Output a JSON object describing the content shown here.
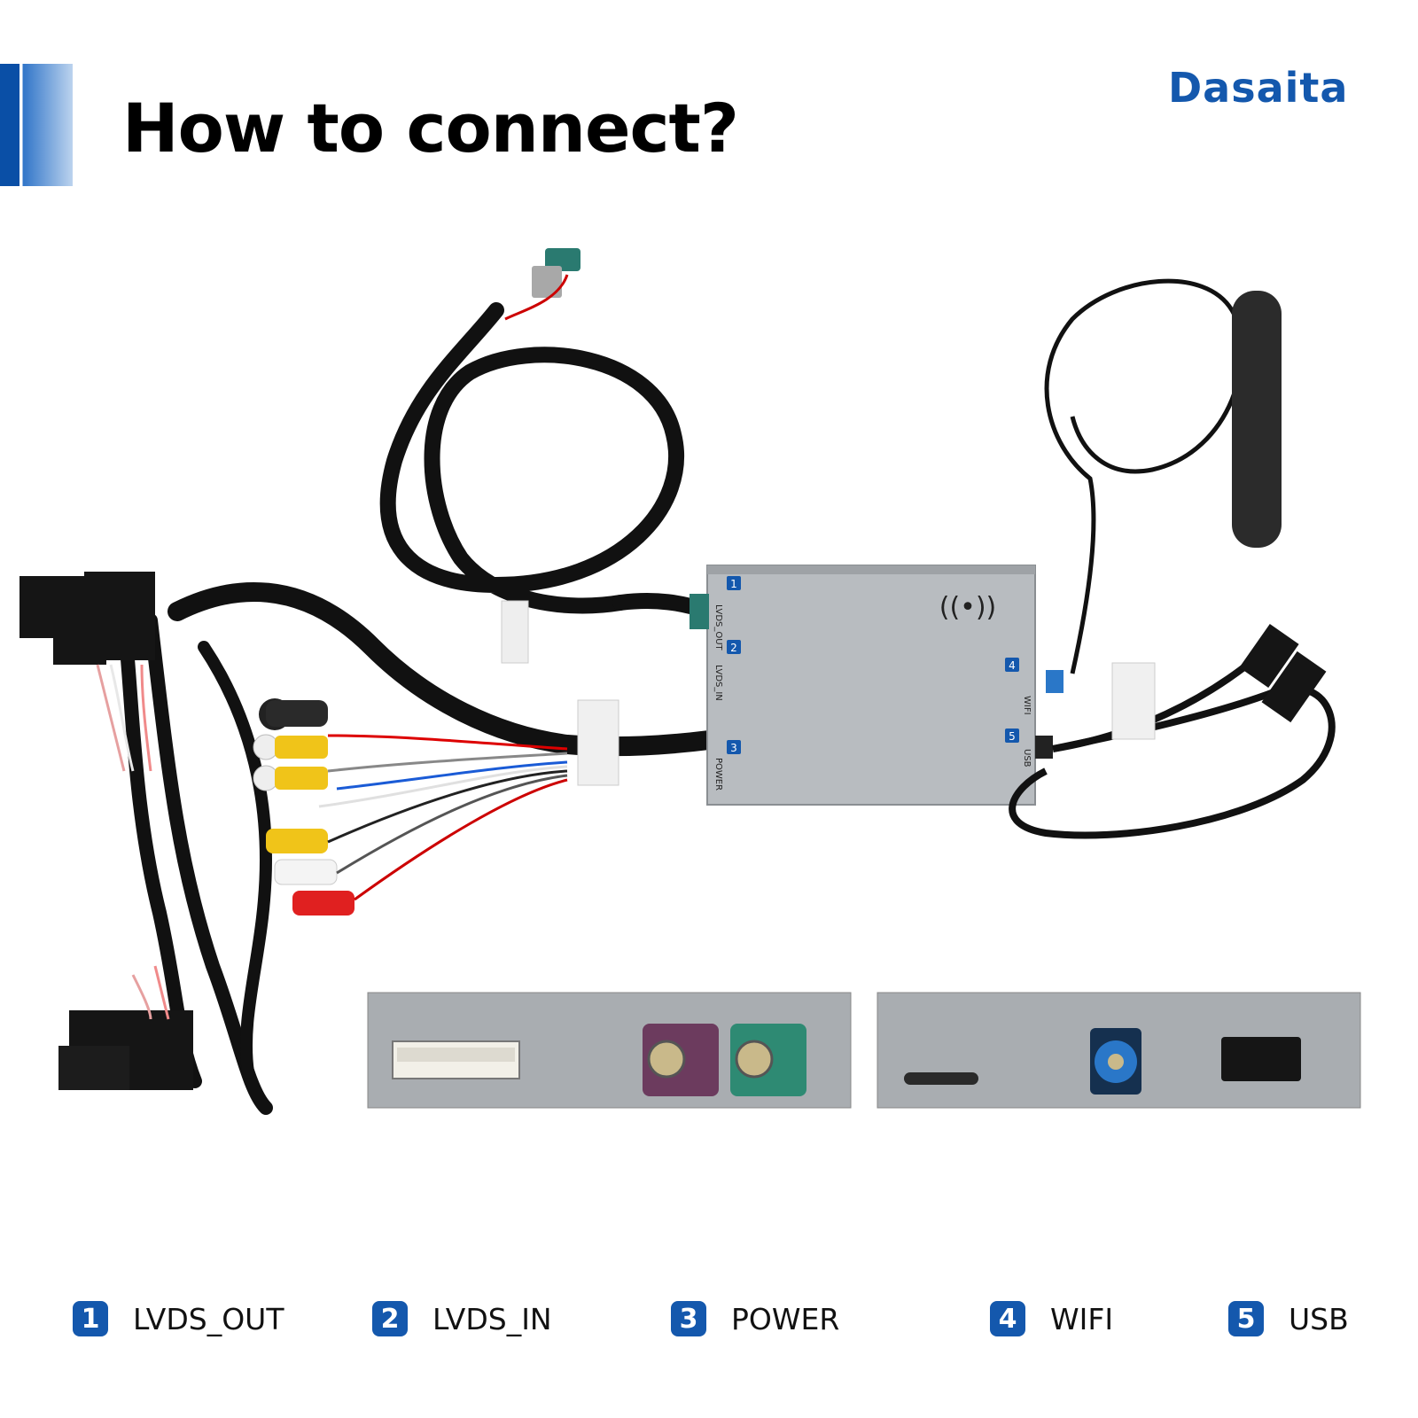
{
  "header": {
    "title": "How to connect?",
    "brand": "Dasaita"
  },
  "device": {
    "port_labels": {
      "lvds_out": "LVDS_OUT",
      "lvds_in": "LVDS_IN",
      "power": "POWER",
      "wifi": "WIFI",
      "usb": "USB"
    },
    "wireless_symbol": "((•))"
  },
  "legend": [
    {
      "number": "1",
      "label": "LVDS_OUT"
    },
    {
      "number": "2",
      "label": "LVDS_IN"
    },
    {
      "number": "3",
      "label": "POWER"
    },
    {
      "number": "4",
      "label": "WIFI"
    },
    {
      "number": "5",
      "label": "USB"
    }
  ],
  "colors": {
    "accent": "#1458ad",
    "device_body": "#b8bcc0",
    "cable": "#111111"
  }
}
